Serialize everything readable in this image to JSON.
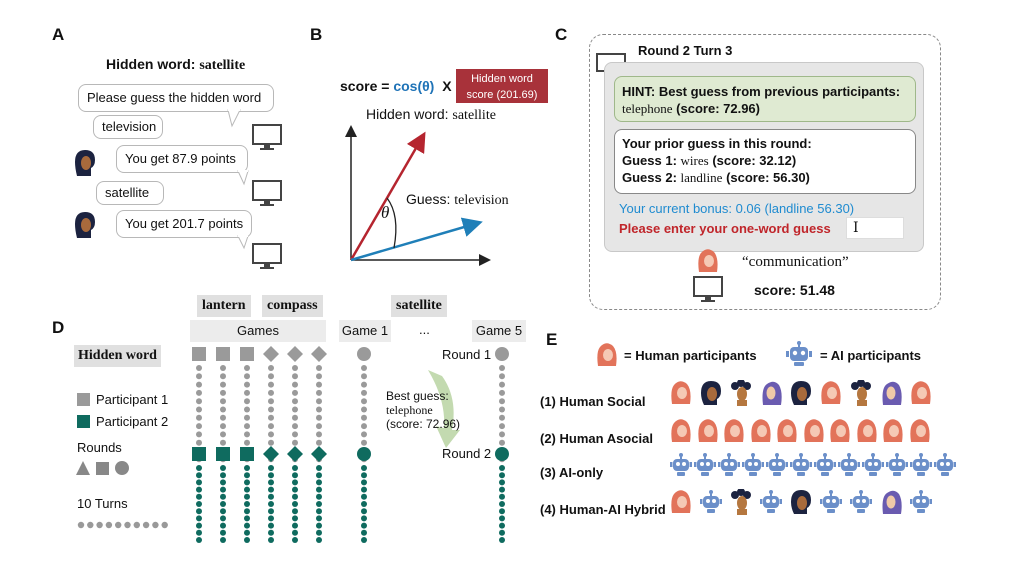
{
  "panel_a": {
    "letter": "A",
    "hidden_word_label": "Hidden word:",
    "hidden_word": "satellite",
    "prompt": "Please guess the hidden word",
    "guess_1": "television",
    "reply_1": "You get 87.9 points",
    "guess_2": "satellite",
    "reply_2": "You get 201.7 points"
  },
  "panel_b": {
    "letter": "B",
    "score_prefix": "score = ",
    "cos_text": "cos(θ)",
    "times": "X",
    "box_line1": "Hidden word",
    "box_line2": "score (201.69)",
    "hidden_label": "Hidden word:",
    "hidden_word": "satellite",
    "guess_label": "Guess:",
    "guess_word": "television",
    "theta": "θ",
    "box_color": "#a8323a"
  },
  "panel_c": {
    "letter": "C",
    "round_title": "Round 2 Turn 3",
    "hint_line1": "HINT: Best guess from previous participants:",
    "hint_word": "telephone",
    "hint_score": "(score: 72.96)",
    "prior_title": "Your prior guess in this round:",
    "guess1_label": "Guess 1:",
    "guess1_word": "wires",
    "guess1_score": "(score: 32.12)",
    "guess2_label": "Guess 2:",
    "guess2_word": "landline",
    "guess2_score": "(score: 56.30)",
    "bonus": "Your current bonus: 0.06 (landline 56.30)",
    "enter": "Please enter your one-word guess",
    "response": "“communication”",
    "score": "score: 51.48"
  },
  "panel_d": {
    "letter": "D",
    "chip_lantern": "lantern",
    "chip_compass": "compass",
    "chip_satellite": "satellite",
    "games": "Games",
    "game1": "Game 1",
    "ellipsis": "...",
    "game5": "Game 5",
    "hidden_word": "Hidden word",
    "participant1": "Participant 1",
    "participant2": "Participant 2",
    "rounds": "Rounds",
    "turns": "10 Turns",
    "round1": "Round 1",
    "round2": "Round 2",
    "best_guess_label": "Best guess:",
    "best_guess_word": "telephone",
    "best_guess_score": "(score: 72.96)",
    "grey": "#9a9a9a",
    "teal": "#0f6b5f"
  },
  "panel_e": {
    "letter": "E",
    "human_legend": "= Human participants",
    "ai_legend": "= AI participants",
    "rows": [
      {
        "label": "(1) Human Social",
        "icons": [
          "h",
          "d",
          "c",
          "p",
          "d",
          "h",
          "c",
          "p",
          "h"
        ]
      },
      {
        "label": "(2) Human Asocial",
        "icons": [
          "h",
          "h",
          "h",
          "h",
          "h",
          "h",
          "h",
          "h",
          "h",
          "h"
        ]
      },
      {
        "label": "(3) AI-only",
        "icons": [
          "r",
          "r",
          "r",
          "r",
          "r",
          "r",
          "r",
          "r",
          "r",
          "r",
          "r",
          "r"
        ]
      },
      {
        "label": "(4) Human-AI Hybrid",
        "icons": [
          "h",
          "r",
          "c",
          "r",
          "d",
          "r",
          "r",
          "p",
          "r"
        ]
      }
    ],
    "human_color": "#e2735a",
    "robot_color": "#6b8fc9"
  }
}
